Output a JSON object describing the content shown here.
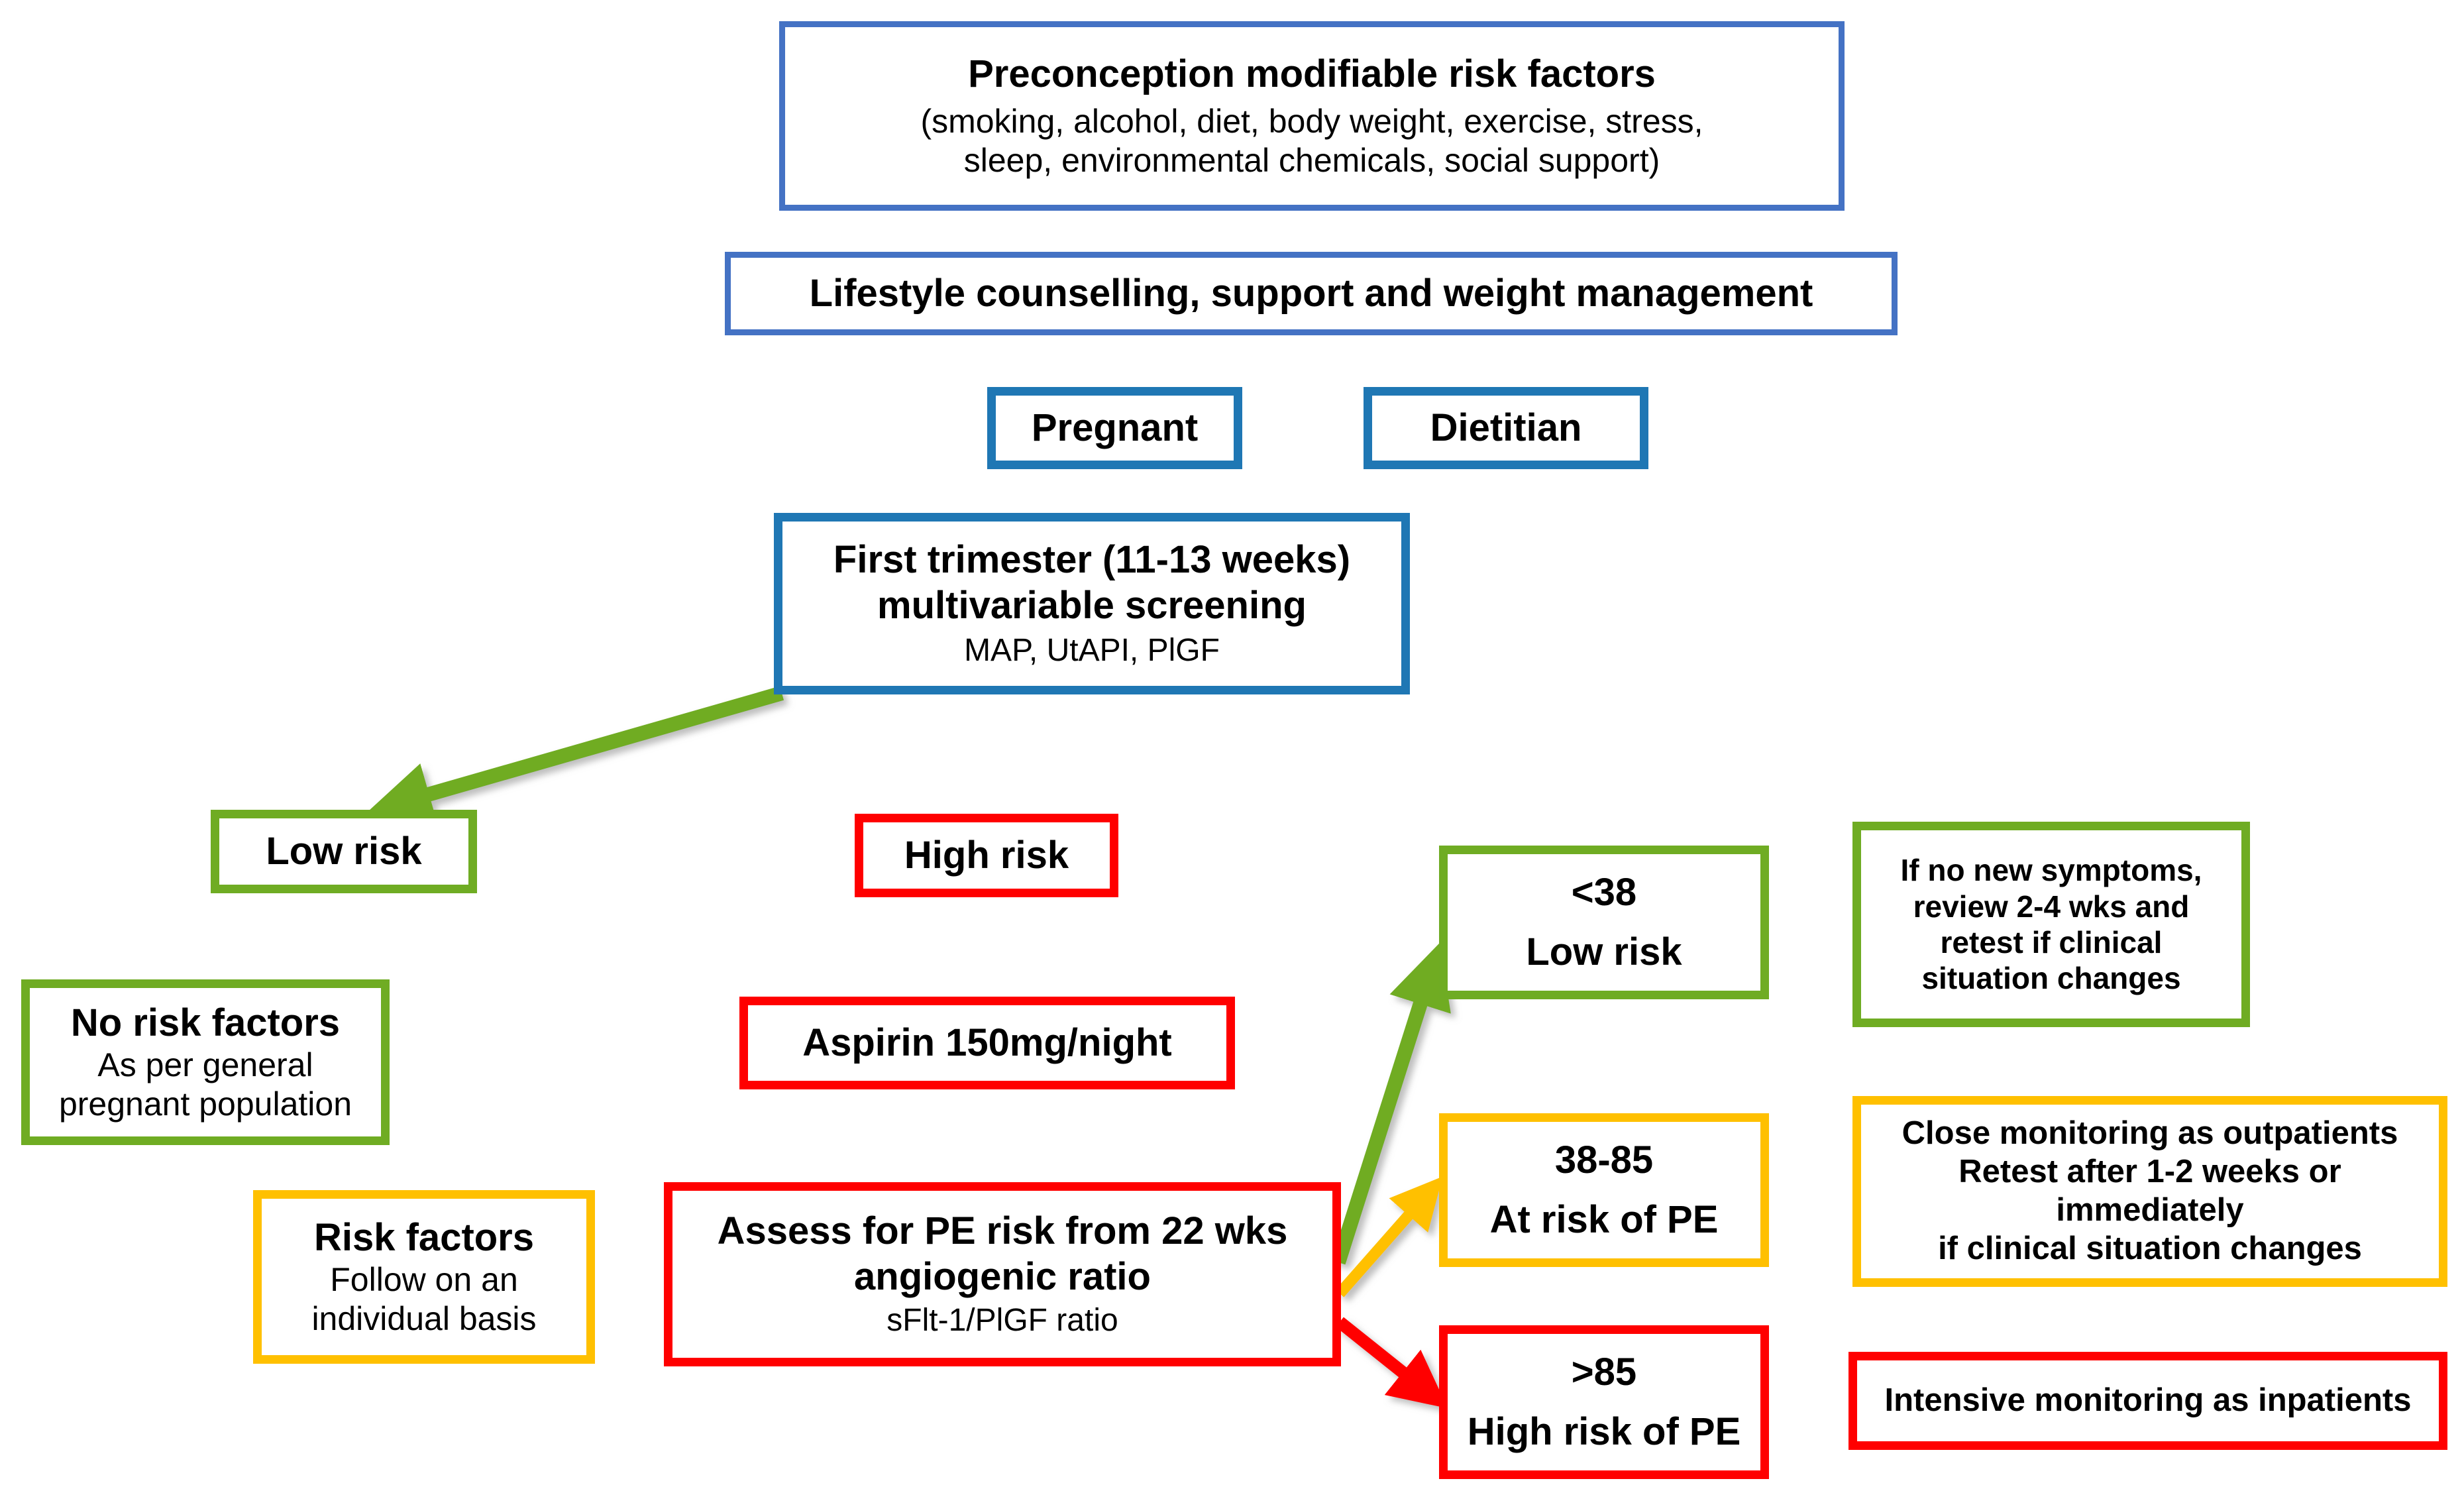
{
  "colors": {
    "blue_light": "#4472C4",
    "blue": "#1F77B4",
    "green": "#6FAC23",
    "red": "#FF0000",
    "amber": "#FFC000",
    "text": "#000000",
    "background": "#FFFFFF"
  },
  "chart_data": {
    "type": "diagram",
    "title": "Preeclampsia preconception-to-pregnancy risk screening and management pathway",
    "nodes": [
      {
        "id": "preconception",
        "title": "Preconception modifiable risk factors",
        "sub": [
          "(smoking, alcohol, diet, body weight, exercise, stress,",
          "sleep, environmental chemicals, social support)"
        ],
        "color": "blue_light"
      },
      {
        "id": "lifestyle",
        "title": "Lifestyle counselling, support and weight management",
        "sub": [],
        "color": "blue_light"
      },
      {
        "id": "pregnant",
        "title": "Pregnant",
        "sub": [],
        "color": "blue"
      },
      {
        "id": "dietitian",
        "title": "Dietitian",
        "sub": [],
        "color": "blue"
      },
      {
        "id": "screening",
        "title": "First trimester (11-13 weeks) multivariable screening",
        "sub": [
          "MAP, UtAPI, PlGF"
        ],
        "color": "blue"
      },
      {
        "id": "low_risk",
        "title": "Low risk",
        "sub": [],
        "color": "green"
      },
      {
        "id": "no_risk_factors",
        "title": "No risk factors",
        "sub": [
          "As per general",
          "pregnant population"
        ],
        "color": "green"
      },
      {
        "id": "risk_factors",
        "title": "Risk factors",
        "sub": [
          "Follow on an",
          "individual basis"
        ],
        "color": "amber"
      },
      {
        "id": "high_risk",
        "title": "High risk",
        "sub": [],
        "color": "red"
      },
      {
        "id": "aspirin",
        "title": "Aspirin 150mg/night",
        "sub": [],
        "color": "red"
      },
      {
        "id": "assess_pe",
        "title": "Assess for PE risk from 22 wks angiogenic ratio",
        "sub": [
          "sFlt-1/PlGF ratio"
        ],
        "color": "red"
      },
      {
        "id": "lt38",
        "title": "<38 Low risk",
        "sub": [],
        "color": "green"
      },
      {
        "id": "r38_85",
        "title": "38-85 At risk of PE",
        "sub": [],
        "color": "amber"
      },
      {
        "id": "gt85",
        ">85": "",
        "title": ">85 High risk of PE",
        "sub": [],
        "color": "red"
      },
      {
        "id": "outcome_low",
        "title": "If no new symptoms, review 2-4 wks and retest if clinical situation changes",
        "sub": [],
        "color": "green"
      },
      {
        "id": "outcome_mid",
        "title": "Close monitoring as outpatients Retest after 1-2 weeks or immediately if clinical situation changes",
        "sub": [],
        "color": "amber"
      },
      {
        "id": "outcome_high",
        "title": "Intensive monitoring as inpatients",
        "sub": [],
        "color": "red"
      }
    ],
    "edges": [
      {
        "from": "preconception",
        "to": "lifestyle",
        "color": "blue_light"
      },
      {
        "from": "lifestyle",
        "to": "pregnant",
        "color": "blue"
      },
      {
        "from": "pregnant",
        "to": "dietitian",
        "color": "blue_light"
      },
      {
        "from": "pregnant",
        "to": "screening",
        "color": "blue"
      },
      {
        "from": "screening",
        "to": "low_risk",
        "color": "green"
      },
      {
        "from": "screening",
        "to": "high_risk",
        "color": "red"
      },
      {
        "from": "low_risk",
        "to": "no_risk_factors",
        "color": "green"
      },
      {
        "from": "low_risk",
        "to": "risk_factors",
        "color": "amber"
      },
      {
        "from": "high_risk",
        "to": "aspirin",
        "color": "red"
      },
      {
        "from": "aspirin",
        "to": "assess_pe",
        "color": "red"
      },
      {
        "from": "assess_pe",
        "to": "lt38",
        "color": "green"
      },
      {
        "from": "assess_pe",
        "to": "r38_85",
        "color": "amber"
      },
      {
        "from": "assess_pe",
        "to": "gt85",
        "color": "red"
      },
      {
        "from": "lt38",
        "to": "outcome_low",
        "color": "blue_light"
      },
      {
        "from": "r38_85",
        "to": "outcome_mid",
        "color": "amber"
      },
      {
        "from": "gt85",
        "to": "outcome_high",
        "color": "red"
      }
    ]
  },
  "nodes": {
    "preconception": {
      "title": "Preconception modifiable risk factors",
      "line1": "(smoking, alcohol, diet, body weight, exercise, stress,",
      "line2": "sleep, environmental chemicals, social support)"
    },
    "lifestyle": {
      "title": "Lifestyle counselling, support and weight management"
    },
    "pregnant": {
      "title": "Pregnant"
    },
    "dietitian": {
      "title": "Dietitian"
    },
    "screening": {
      "line1": "First trimester (11-13 weeks)",
      "line2": "multivariable screening",
      "sub": "MAP, UtAPI, PlGF"
    },
    "low_risk": {
      "title": "Low risk"
    },
    "no_risk_factors": {
      "title": "No risk factors",
      "line1": "As per general",
      "line2": "pregnant population"
    },
    "risk_factors": {
      "title": "Risk factors",
      "line1": "Follow on an",
      "line2": "individual basis"
    },
    "high_risk": {
      "title": "High risk"
    },
    "aspirin": {
      "title": "Aspirin 150mg/night"
    },
    "assess_pe": {
      "line1": "Assess for PE risk from 22 wks",
      "line2": "angiogenic ratio",
      "sub": "sFlt-1/PlGF ratio"
    },
    "lt38": {
      "line1": "<38",
      "line2": "Low risk"
    },
    "r38_85": {
      "line1": "38-85",
      "line2": "At risk of PE"
    },
    "gt85": {
      "line1": ">85",
      "line2": "High risk of PE"
    },
    "outcome_low": {
      "line1": "If no new symptoms,",
      "line2": "review 2-4 wks and",
      "line3": "retest if clinical",
      "line4": "situation changes"
    },
    "outcome_mid": {
      "line1": "Close monitoring as outpatients",
      "line2": "Retest after 1-2 weeks or immediately",
      "line3": "if clinical situation changes"
    },
    "outcome_high": {
      "title": "Intensive monitoring as inpatients"
    }
  }
}
